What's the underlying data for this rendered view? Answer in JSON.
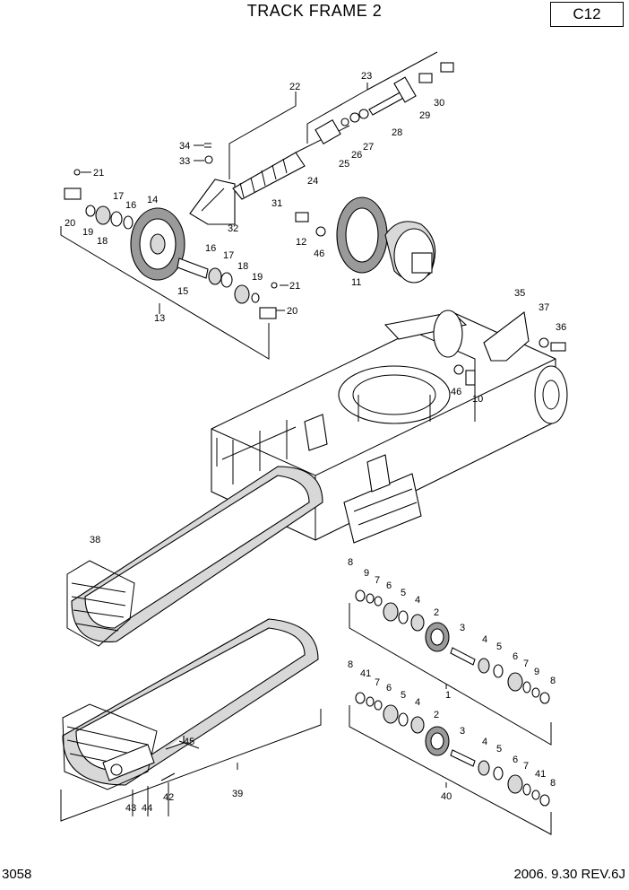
{
  "header": {
    "title": "TRACK FRAME 2",
    "code": "C12"
  },
  "footer": {
    "page_number": "3058",
    "revision": "2006. 9.30  REV.6J"
  },
  "callouts": [
    "1",
    "2",
    "2",
    "3",
    "3",
    "4",
    "4",
    "4",
    "4",
    "5",
    "5",
    "5",
    "5",
    "6",
    "6",
    "6",
    "6",
    "7",
    "7",
    "7",
    "7",
    "8",
    "8",
    "8",
    "8",
    "9",
    "9",
    "10",
    "11",
    "12",
    "13",
    "14",
    "15",
    "16",
    "16",
    "17",
    "17",
    "18",
    "18",
    "19",
    "19",
    "20",
    "20",
    "21",
    "21",
    "22",
    "23",
    "24",
    "25",
    "26",
    "27",
    "28",
    "29",
    "30",
    "31",
    "32",
    "33",
    "34",
    "35",
    "36",
    "37",
    "38",
    "39",
    "40",
    "41",
    "41",
    "42",
    "43",
    "44",
    "45",
    "46",
    "46"
  ],
  "colors": {
    "ink": "#000000",
    "paper": "#ffffff",
    "shade": "#d8d8d8"
  }
}
